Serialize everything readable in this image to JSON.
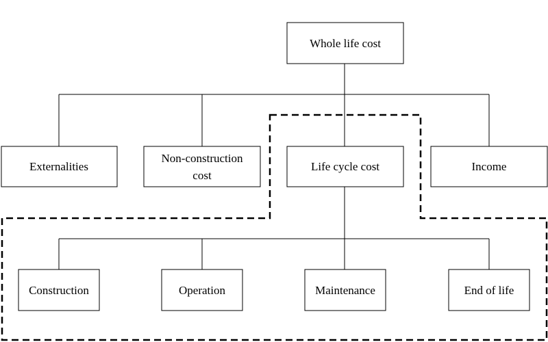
{
  "nodes": {
    "whole_life_cost": "Whole life cost",
    "externalities": "Externalities",
    "non_construction_cost_line1": "Non-construction",
    "non_construction_cost_line2": "cost",
    "life_cycle_cost": "Life cycle cost",
    "income": "Income",
    "construction": "Construction",
    "operation": "Operation",
    "maintenance": "Maintenance",
    "end_of_life": "End of life"
  }
}
